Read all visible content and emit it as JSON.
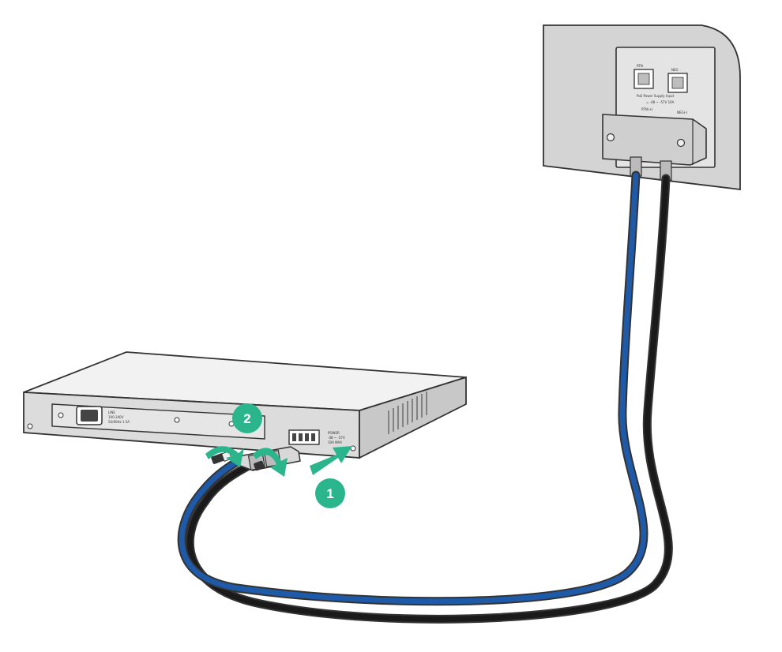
{
  "callouts": {
    "step_1": "1",
    "step_2": "2"
  },
  "wall_panel": {
    "port_left_label": "RTN",
    "port_right_label": "NEG",
    "input_label": "PoE Power Supply Input",
    "rating_label": "= -48 ~ -57V 10A",
    "term_left_label": "RTN(+)",
    "term_right_label": "NEG(-)"
  },
  "device": {
    "power_label_1": "LINE",
    "power_label_2": "100-240V",
    "power_label_3": "50/60Hz 1.5A",
    "dc_label_1": "POWER",
    "dc_label_2": "-48 ~ -57V",
    "dc_label_3": "10A MAX"
  },
  "colors": {
    "accent": "#2bb58c",
    "cable_blue": "#1e5aa8",
    "cable_black": "#1a1a1a",
    "panel": "#d4d4d4",
    "outline": "#333333"
  }
}
